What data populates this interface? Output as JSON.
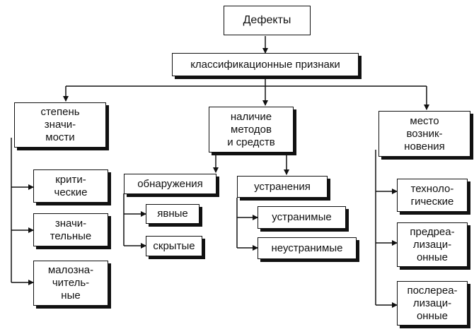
{
  "diagram": {
    "root": "Дефекты",
    "classification": "классификационные признаки",
    "groups": [
      {
        "label": "степень\nзначи-\nмости",
        "items": [
          "крити-\nческие",
          "значи-\nтельные",
          "малозна-\nчитель-\nные"
        ]
      },
      {
        "label": "наличие\nметодов\nи средств",
        "subgroups": [
          {
            "label": "обнаружения",
            "items": [
              "явные",
              "скрытые"
            ]
          },
          {
            "label": "устранения",
            "items": [
              "устранимые",
              "неустранимые"
            ]
          }
        ]
      },
      {
        "label": "место\nвозник-\nновения",
        "items": [
          "техноло-\nгические",
          "предреа-\nлизаци-\nонные",
          "послереа-\nлизаци-\nонные"
        ]
      }
    ]
  }
}
